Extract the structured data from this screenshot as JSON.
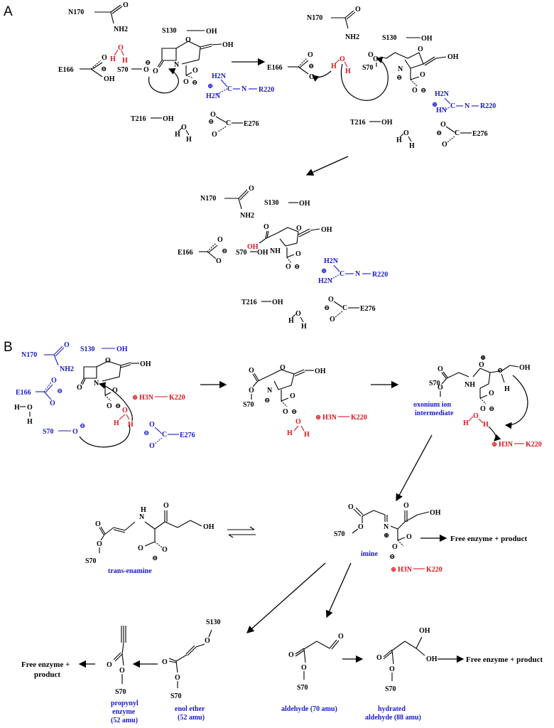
{
  "panels": {
    "a": "A",
    "b": "B"
  },
  "residues": {
    "n170": "N170",
    "s130": "S130",
    "s70": "S70",
    "e166": "E166",
    "t216": "T216",
    "e276": "E276",
    "r220": "R220",
    "k220": "K220"
  },
  "atoms": {
    "oh": "OH",
    "o": "O",
    "h": "H",
    "n": "N",
    "nh": "NH",
    "hn": "HN",
    "nh2": "NH2",
    "h2n": "H2N",
    "c": "C",
    "h3n": "H3N",
    "minus": "⊖",
    "plus": "⊕"
  },
  "labels": {
    "oxonium": "oxonium ion",
    "intermediate": "intermediate",
    "imine": "imine",
    "trans_enamine": "trans-enamine",
    "propynyl1": "propynyl",
    "propynyl2": "enzyme",
    "propynyl3": "(52 amu)",
    "enol1": "enol ether",
    "enol2": "(52 amu)",
    "aldehyde": "aldehyde (70 amu)",
    "hydrated1": "hydrated",
    "hydrated2": "aldehyde (88 amu)",
    "free1": "Free enzyme + product",
    "free2a": "Free enzyme +",
    "free2b": "product",
    "free3": "Free enzyme + product"
  }
}
